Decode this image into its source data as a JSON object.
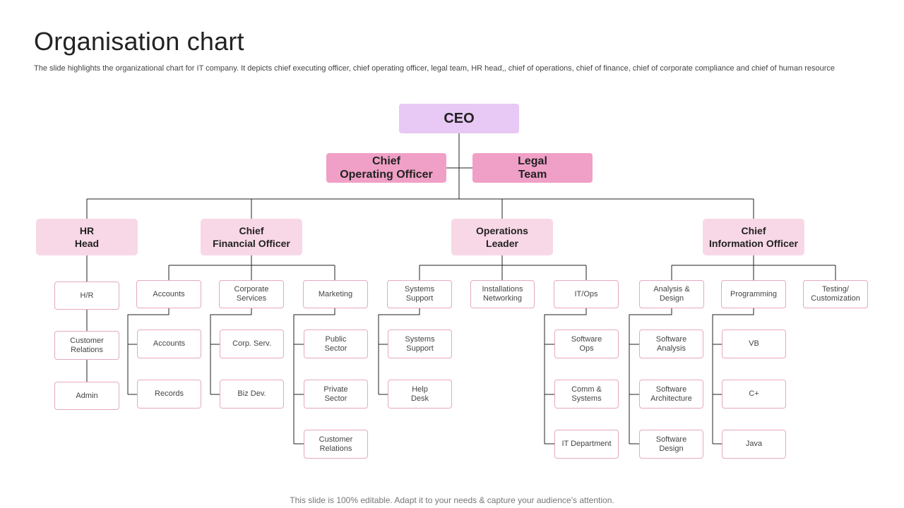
{
  "slide": {
    "title": "Organisation chart",
    "subtitle": "The slide highlights the organizational chart for IT  company. It depicts chief executing officer,  chief operating officer, legal team, HR head,, chief of operations, chief of finance, chief of corporate compliance and chief of human resource",
    "footer": "This slide is 100% editable. Adapt it to your needs & capture your audience’s attention."
  },
  "colors": {
    "ceo_fill": "#e8c8f4",
    "level2_fill": "#f0a0c6",
    "level3_fill": "#f8d8e6",
    "leaf_border": "#e6a8c4"
  },
  "chart": {
    "ceo": "CEO",
    "coo": "Chief\nOperating Officer",
    "legal": "Legal\nTeam",
    "hr": {
      "head": "HR\nHead",
      "items": [
        "H/R",
        "Customer\nRelations",
        "Admin"
      ]
    },
    "cfo": {
      "head": "Chief\nFinancial Officer",
      "groups": [
        {
          "label": "Accounts",
          "items": [
            "Accounts",
            "Records"
          ]
        },
        {
          "label": "Corporate\nServices",
          "items": [
            "Corp. Serv.",
            "Biz Dev."
          ]
        },
        {
          "label": "Marketing",
          "items": [
            "Public\nSector",
            "Private\nSector",
            "Customer\nRelations"
          ]
        }
      ]
    },
    "ops": {
      "head": "Operations\nLeader",
      "groups": [
        {
          "label": "Systems\nSupport",
          "items": [
            "Systems\nSupport",
            "Help\nDesk"
          ]
        },
        {
          "label": "Installations\nNetworking",
          "items": []
        },
        {
          "label": "IT/Ops",
          "items": [
            "Software\nOps",
            "Comm &\nSystems",
            "IT Department"
          ]
        }
      ]
    },
    "cio": {
      "head": "Chief\nInformation Officer",
      "groups": [
        {
          "label": "Analysis &\nDesign",
          "items": [
            "Software\nAnalysis",
            "Software\nArchitecture",
            "Software\nDesign"
          ]
        },
        {
          "label": "Programming",
          "items": [
            "VB",
            "C+",
            "Java"
          ]
        },
        {
          "label": "Testing/\nCustomization",
          "items": []
        }
      ]
    }
  }
}
